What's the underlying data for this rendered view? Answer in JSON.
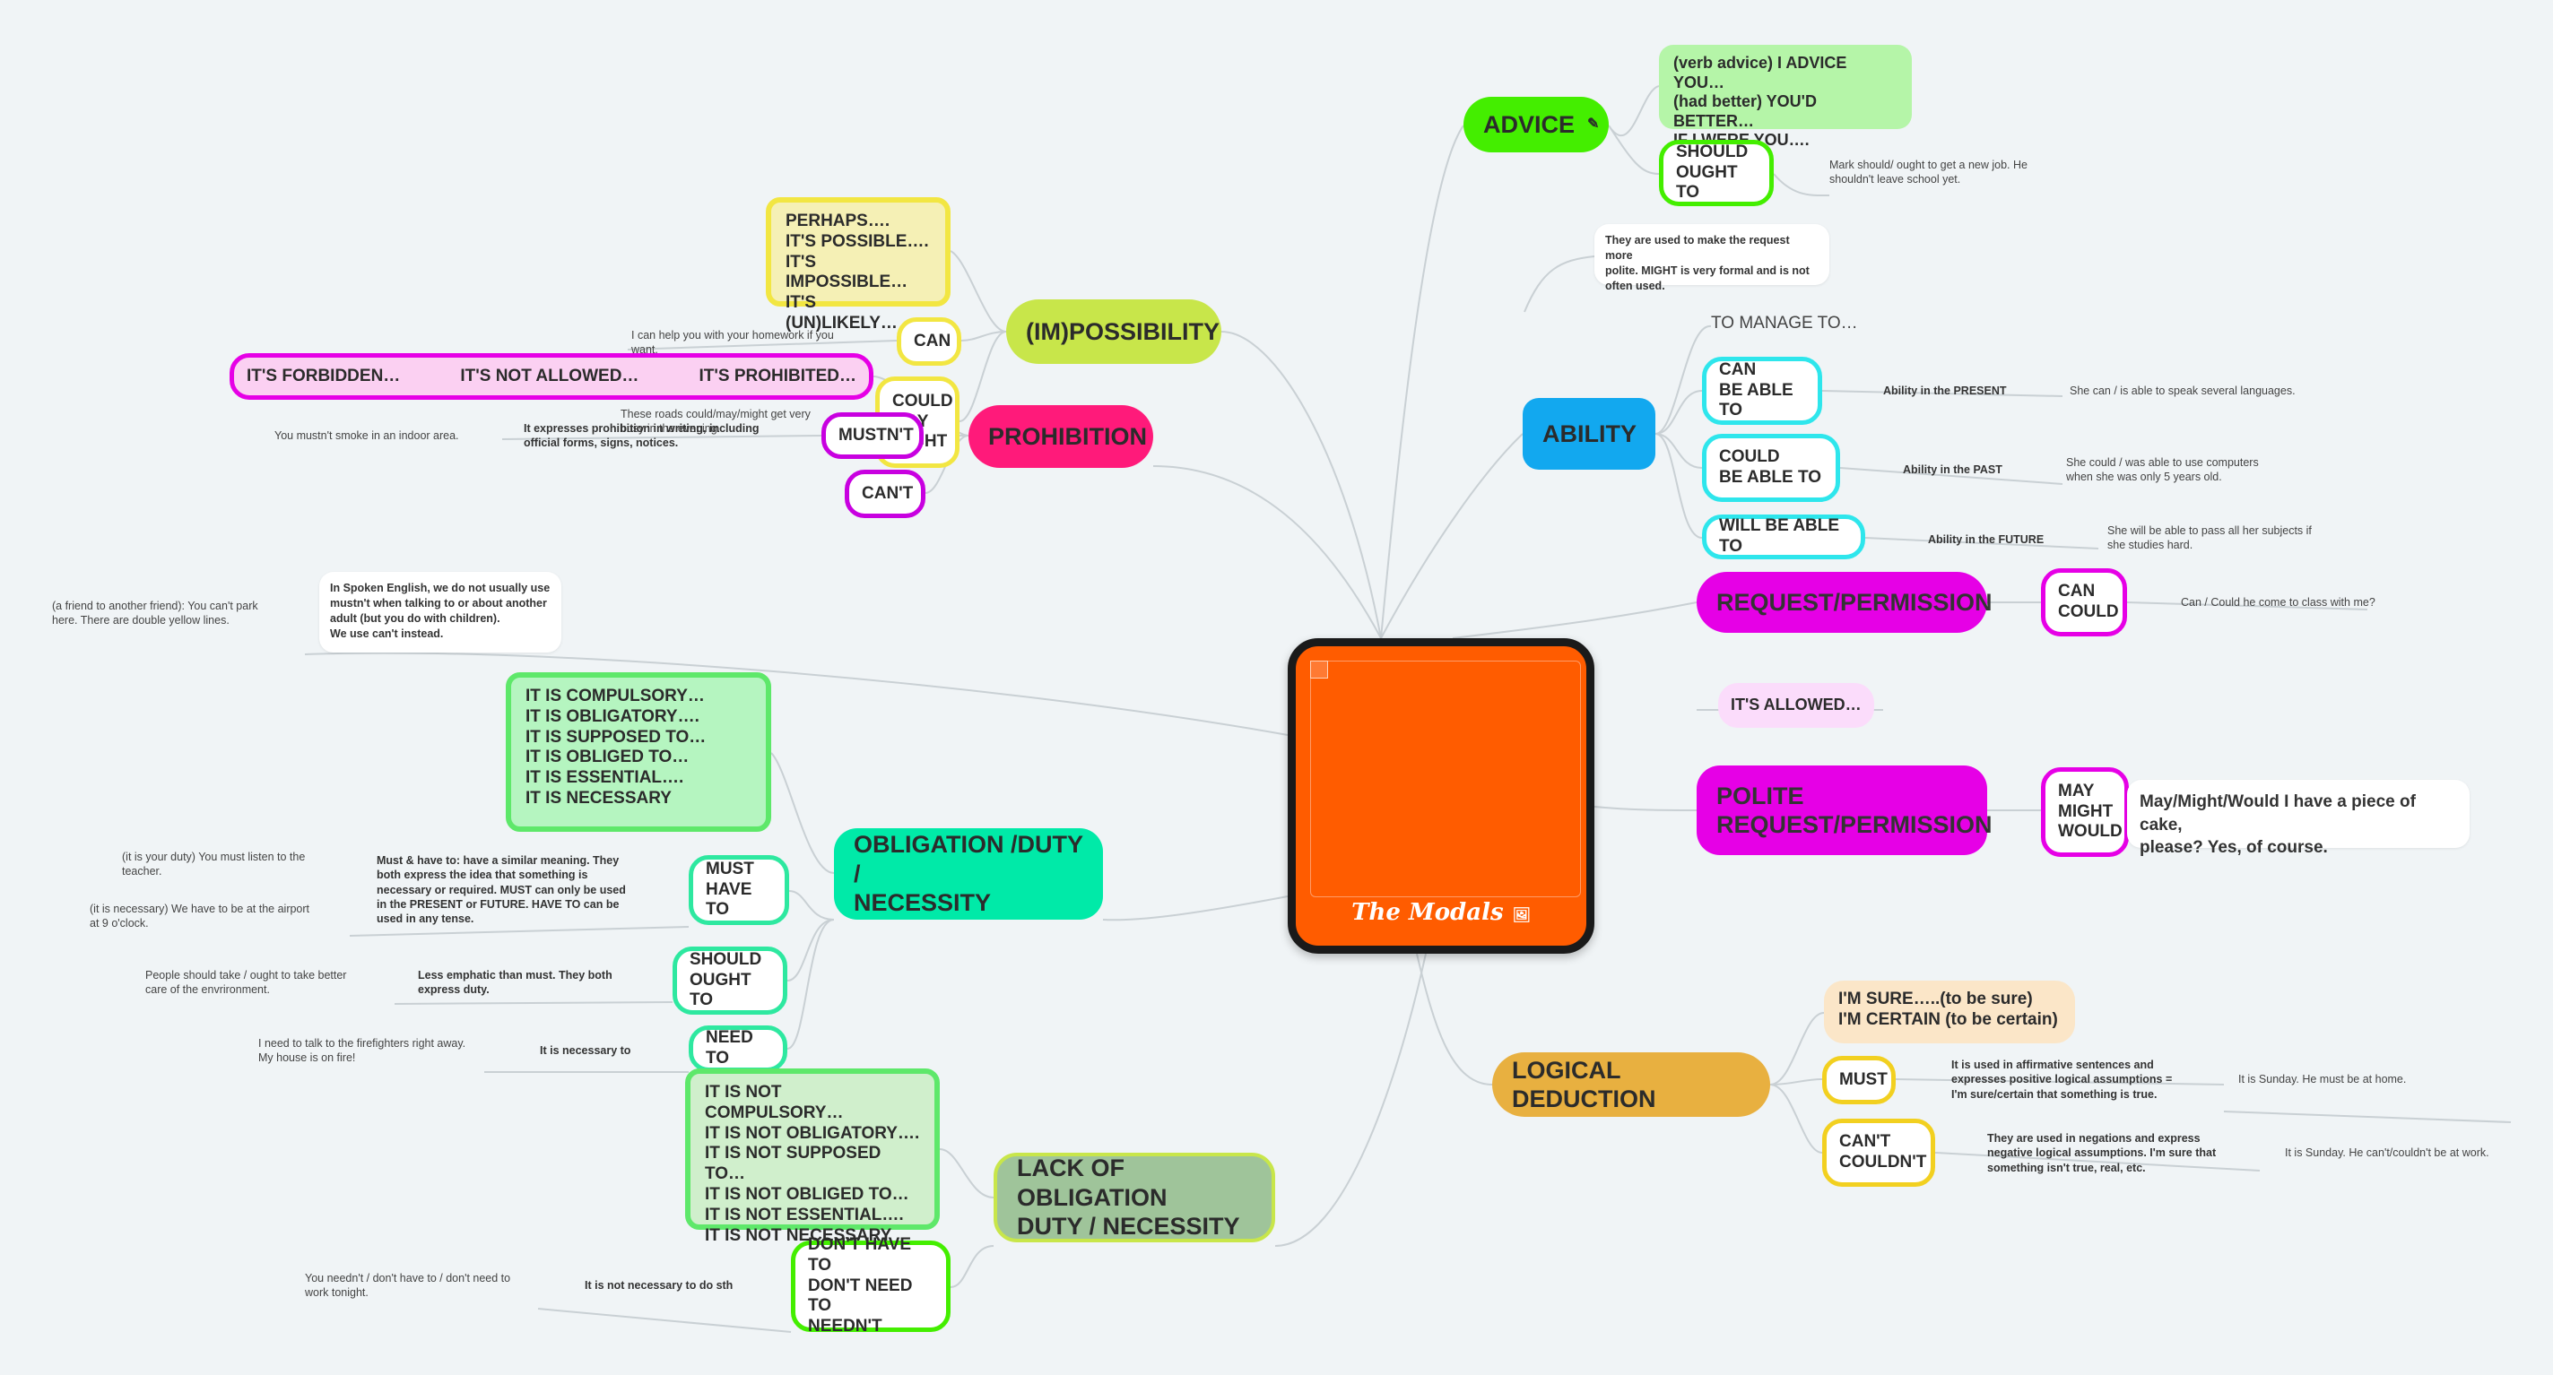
{
  "center": {
    "title": "The Modals",
    "title_icon": "🖼"
  },
  "advice": {
    "topic": "ADVICE",
    "topic_icon": "note-icon",
    "phrases": "(verb advice) I ADVICE YOU…\n(had better) YOU'D BETTER…\nIF I WERE YOU….",
    "should": "SHOULD\nOUGHT TO",
    "should_example": "Mark should/ ought to get a new job. He\nshouldn't leave school yet."
  },
  "might_note": "They are used to make the request more\npolite. MIGHT is very formal and is not\noften used.",
  "ability": {
    "topic": "ABILITY",
    "manage": "TO MANAGE TO…",
    "can": "CAN\nBE ABLE TO",
    "can_desc": "Ability in the PRESENT",
    "can_example": "She can / is able to  speak several languages.",
    "could": "COULD\nBE ABLE TO",
    "could_desc": "Ability in the PAST",
    "could_example": "She could / was able to use computers\nwhen she was only 5 years old.",
    "will": "WILL BE ABLE TO",
    "will_desc": "Ability in the FUTURE",
    "will_example": "She will be able to pass all her subjects if\nshe studies hard."
  },
  "request": {
    "topic": "REQUEST/PERMISSION",
    "can_could": "CAN\nCOULD",
    "example": "Can / Could he come to class with me?",
    "allowed": "IT'S ALLOWED…"
  },
  "polite": {
    "topic": "POLITE\nREQUEST/PERMISSION",
    "modals": "MAY\nMIGHT\nWOULD",
    "example": "May/Might/Would I have a piece of cake,\nplease? Yes, of course."
  },
  "deduction": {
    "topic": "LOGICAL DEDUCTION",
    "phrases": "I'M SURE…..(to be sure)\nI'M CERTAIN (to be certain)",
    "must": "MUST",
    "must_desc": "It is used in affirmative sentences and\nexpresses positive logical assumptions =\nI'm sure/certain that something is true.",
    "must_example": "It is Sunday. He must be at home.",
    "cant": "CAN'T\nCOULDN'T",
    "cant_desc": "They are used in negations and express\nnegative logical assumptions. I'm sure that\nsomething isn't true, real, etc.",
    "cant_example": "It is Sunday. He can't/couldn't be at work."
  },
  "possibility": {
    "topic": "(IM)POSSIBILITY",
    "phrases": "PERHAPS….\nIT'S POSSIBLE….\nIT'S IMPOSSIBLE…\nIT'S (UN)LIKELY…",
    "can": "CAN",
    "can_example": "I can help you with your homework if you\nwant.",
    "could": "COULD\nMAY\nMIGHT",
    "could_example": "These roads could/may/might get very\nbusy in the evening."
  },
  "prohibition": {
    "topic": "PROHIBITION",
    "phrases": [
      "IT'S FORBIDDEN…",
      "IT'S NOT ALLOWED…",
      "IT'S PROHIBITED…"
    ],
    "mustnt": "MUSTN'T",
    "mustnt_desc": "It expresses prohibition in writing, including\nofficial forms, signs, notices.",
    "mustnt_example": "You mustn't smoke in an indoor area.",
    "cant": "CAN'T",
    "spoken_note": "In Spoken English, we do not usually use\nmustn't when talking to or about another\nadult (but you do with children).\nWe use can't instead.",
    "spoken_example": "(a friend to another friend): You can't park\nhere. There are double yellow lines."
  },
  "obligation": {
    "topic": "OBLIGATION /DUTY /\nNECESSITY",
    "phrases": "IT IS COMPULSORY…\nIT IS OBLIGATORY….\nIT IS SUPPOSED TO…\nIT IS OBLIGED TO…\nIT IS ESSENTIAL….\nIT IS NECESSARY",
    "must": "MUST\nHAVE TO",
    "must_desc": "Must & have to: have a similar meaning. They\nboth express the idea that something is\nnecessary or required. MUST can only be used\nin the PRESENT or FUTURE. HAVE TO can be\nused in any tense.",
    "must_example1": "(it is your duty) You must listen to the\nteacher.",
    "must_example2": "(it is necessary) We have to be at the airport\nat 9 o'clock.",
    "should": "SHOULD\nOUGHT TO",
    "should_desc": "Less emphatic than must. They both\nexpress duty.",
    "should_example": "People should take / ought to take better\ncare of the envrironment.",
    "need": "NEED TO",
    "need_desc": "It is necessary to",
    "need_example": "I need to talk to the firefighters right away.\nMy house is on fire!"
  },
  "lack": {
    "topic": "LACK OF OBLIGATION\nDUTY / NECESSITY",
    "phrases": "IT IS NOT COMPULSORY…\nIT IS NOT OBLIGATORY….\nIT IS NOT SUPPOSED TO…\nIT IS NOT OBLIGED TO…\nIT IS NOT ESSENTIAL….\nIT IS NOT NECESSARY",
    "dont": "DON'T HAVE TO\nDON'T NEED TO\nNEEDN'T",
    "dont_desc": "It is not necessary to do sth",
    "dont_example": "You needn't / don't have to / don't need to\nwork tonight."
  }
}
